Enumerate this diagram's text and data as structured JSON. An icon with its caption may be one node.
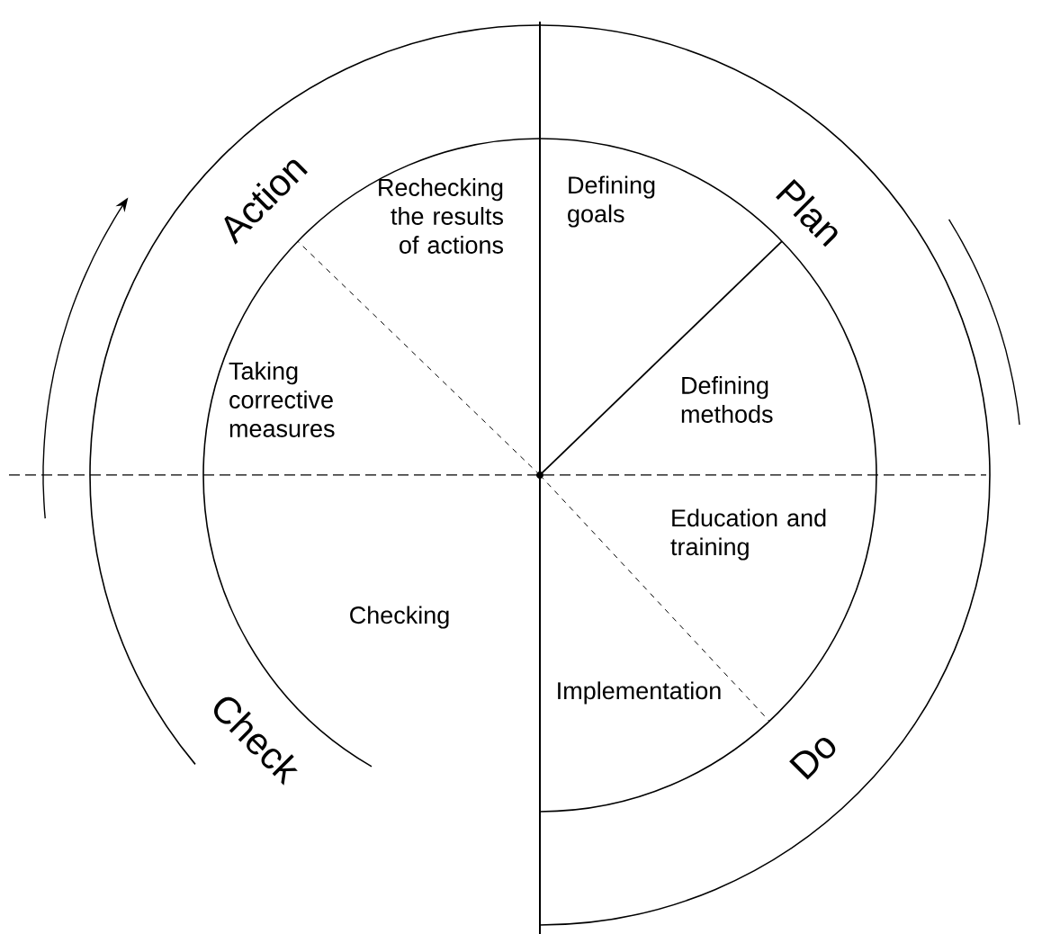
{
  "diagram": {
    "nodes": [
      {
        "text": [
          "Action"
        ]
      },
      {
        "text": [
          "Plan"
        ]
      },
      {
        "text": [
          "Rechecking the results of actions"
        ]
      },
      {
        "text": [
          "Defining goals"
        ]
      },
      {
        "text": [
          "Taking corrective measures"
        ]
      },
      {
        "text": [
          "Defining methods"
        ]
      },
      {
        "text": [
          "Education and training"
        ]
      },
      {
        "text": [
          "Checking"
        ]
      },
      {
        "text": [
          "Implementation"
        ]
      },
      {
        "text": [
          "Check"
        ]
      },
      {
        "text": [
          "Do"
        ]
      }
    ]
  }
}
